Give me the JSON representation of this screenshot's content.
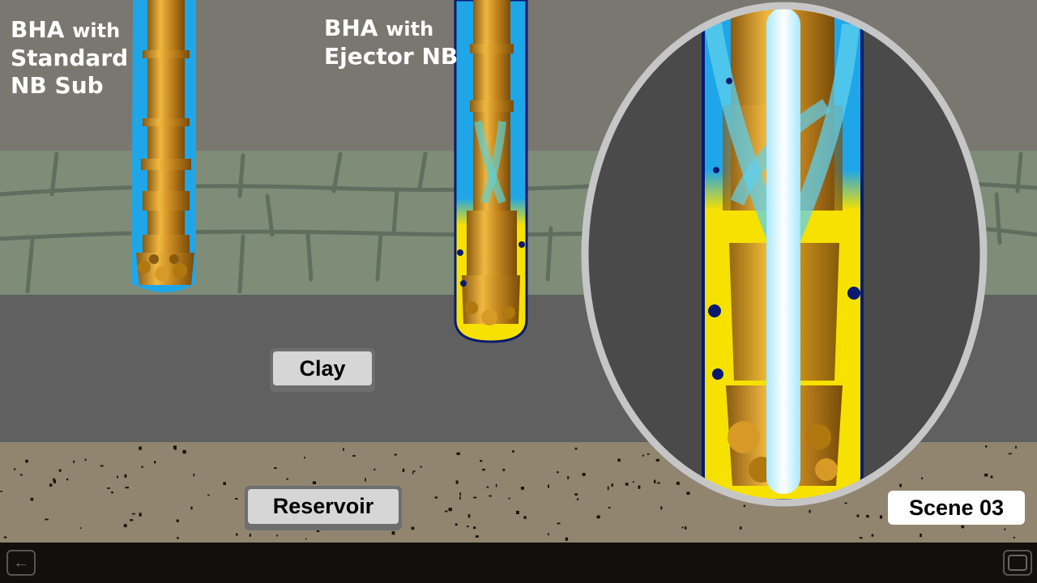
{
  "labels": {
    "standard": {
      "line1_big": "BHA",
      "line1_small": "with",
      "line2": "Standard",
      "line3": "NB Sub"
    },
    "ejector": {
      "line1_big": "BHA",
      "line1_small": "with",
      "line2": "Ejector NB"
    }
  },
  "strata": {
    "clay": "Clay",
    "reservoir": "Reservoir"
  },
  "scene": "Scene 03",
  "nav": {
    "back_icon": "back-arrow-icon",
    "window_icon": "window-icon"
  },
  "colors": {
    "upper_formation": "#7a7670",
    "shale_band": "#7e8c78",
    "clay_layer": "#606060",
    "reservoir": "#918570",
    "drill_gold": "#c98a1e",
    "fluid_blue": "#1fa6e8",
    "mud_yellow": "#f6e100"
  }
}
